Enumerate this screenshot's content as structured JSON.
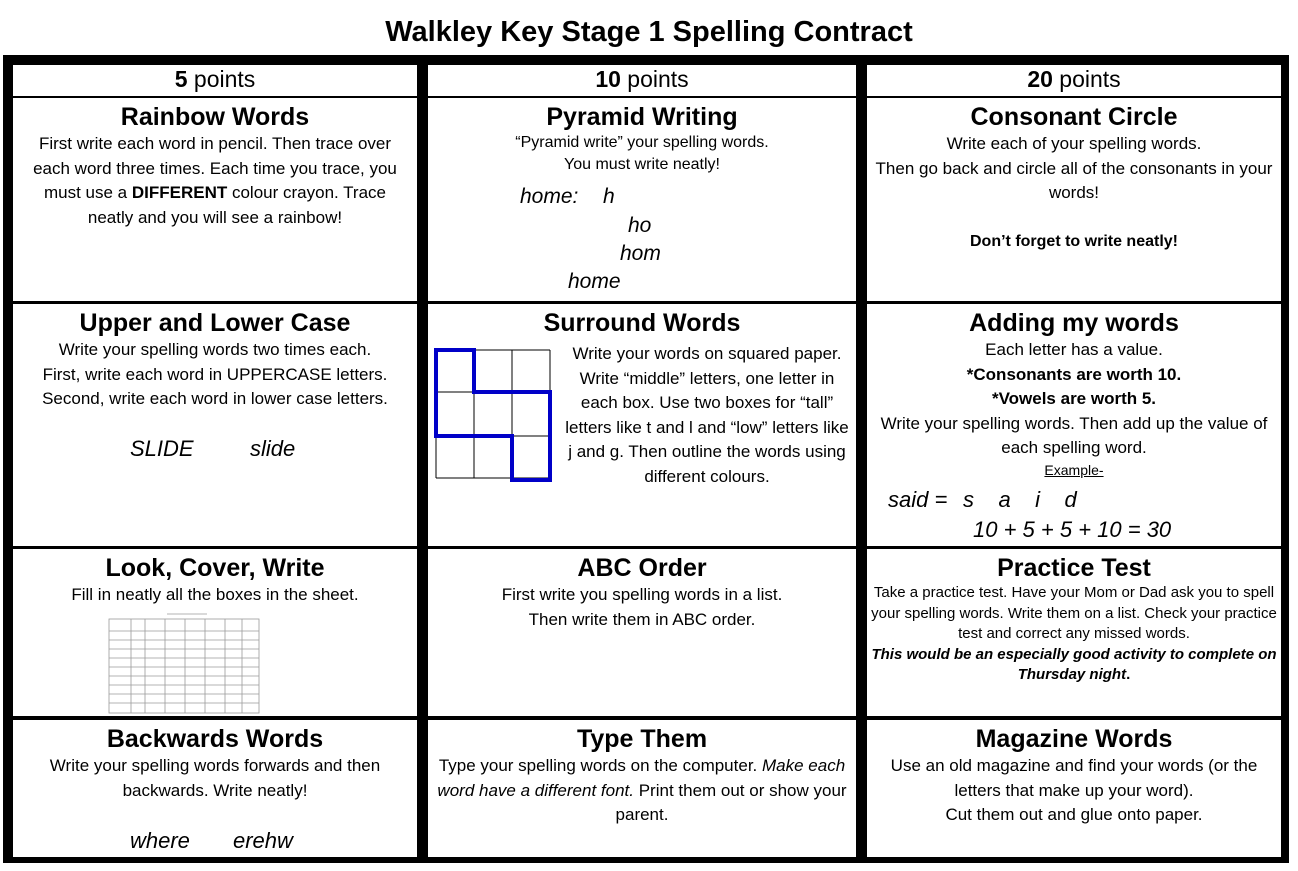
{
  "title": "Walkley Key Stage 1 Spelling Contract",
  "headers": [
    {
      "num": "5",
      "label": "points"
    },
    {
      "num": "10",
      "label": "points"
    },
    {
      "num": "20",
      "label": "points"
    }
  ],
  "rainbow": {
    "title": "Rainbow Words",
    "t1": "First write each word in pencil.  Then trace over each word three times.  Each time you trace, you must use a ",
    "bold": "DIFFERENT",
    "t2": " colour crayon. Trace neatly and you will see a rainbow!"
  },
  "pyramid": {
    "title": "Pyramid Writing",
    "l1": "“Pyramid write” your spelling words.",
    "l2": "You must write neatly!",
    "ex_word": "home:",
    "ex1": "h",
    "ex2": "ho",
    "ex3": "hom",
    "ex4": "home"
  },
  "consonant": {
    "title": "Consonant Circle",
    "l1": "Write each of your spelling words.",
    "l2": "Then go back and circle all of the consonants in your words!",
    "bold": "Don’t forget to write neatly!"
  },
  "upper": {
    "title": "Upper and Lower Case",
    "l1": "Write your spelling words two times each.",
    "l2": "First, write each word in UPPERCASE letters.",
    "l3": "Second, write each word in lower case letters.",
    "ex_upper": "SLIDE",
    "ex_lower": "slide"
  },
  "surround": {
    "title": "Surround Words",
    "text": "Write your words on squared paper. Write “middle” letters, one letter in each box.  Use two boxes for “tall” letters like t and l and “low” letters like j and g.  Then outline the words using different colours."
  },
  "adding": {
    "title": "Adding my words",
    "l1": "Each letter has a value.",
    "b1": "*Consonants are worth 10.",
    "b2": "*Vowels are worth 5.",
    "l2": "Write your spelling words.  Then add up the value of each spelling word.",
    "example": "Example-",
    "ex_word": "said =",
    "ex_letters": "s    a    i    d",
    "ex_sum": "10 + 5 + 5 + 10 = 30"
  },
  "look": {
    "title": "Look, Cover, Write",
    "l1": "Fill in neatly all the boxes in the sheet."
  },
  "abc": {
    "title": "ABC Order",
    "l1": "First write you spelling words in a list.",
    "l2": "Then write them in ABC order."
  },
  "practice": {
    "title": "Practice Test",
    "t1": "Take a practice test.  Have your Mom or Dad ask you to spell your spelling words.  Write them on a list.  Check your practice test and correct any missed words.",
    "bi": "This would be an especially good activity to complete on Thursday night",
    "dot": "."
  },
  "backwards": {
    "title": "Backwards Words",
    "l1": "Write your spelling words forwards and then backwards.  Write neatly!",
    "ex1": "where",
    "ex2": "erehw"
  },
  "type": {
    "title": "Type Them",
    "t1": "Type your spelling words on the computer.  ",
    "it": "Make each word have a different font.",
    "t2": "  Print them out or show your parent."
  },
  "magazine": {
    "title": "Magazine Words",
    "l1": "Use an old magazine and find your words (or the letters that make up your word).",
    "l2": "Cut them out and glue onto paper."
  }
}
